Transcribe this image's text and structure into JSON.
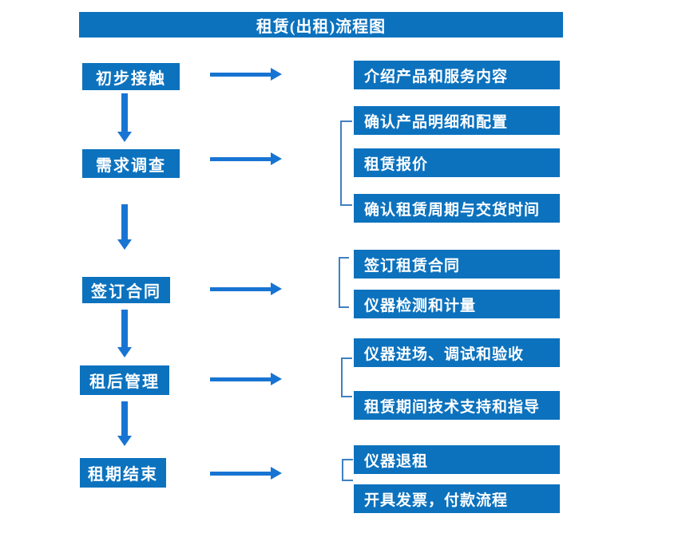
{
  "title": "租赁(出租)流程图",
  "colors": {
    "box_blue": "#0c72be",
    "arrow_blue": "#1874d2",
    "bracket_blue": "#4080c0",
    "text": "#ffffff",
    "background": "#ffffff"
  },
  "stages": [
    {
      "label": "初步接触",
      "outputs": [
        "介绍产品和服务内容"
      ]
    },
    {
      "label": "需求调查",
      "outputs": [
        "确认产品明细和配置",
        "租赁报价",
        "确认租赁周期与交货时间"
      ]
    },
    {
      "label": "签订合同",
      "outputs": [
        "签订租赁合同",
        "仪器检测和计量"
      ]
    },
    {
      "label": "租后管理",
      "outputs": [
        "仪器进场、调试和验收",
        "租赁期间技术支持和指导"
      ]
    },
    {
      "label": "租期结束",
      "outputs": [
        "仪器退租",
        "开具发票，付款流程"
      ]
    }
  ]
}
